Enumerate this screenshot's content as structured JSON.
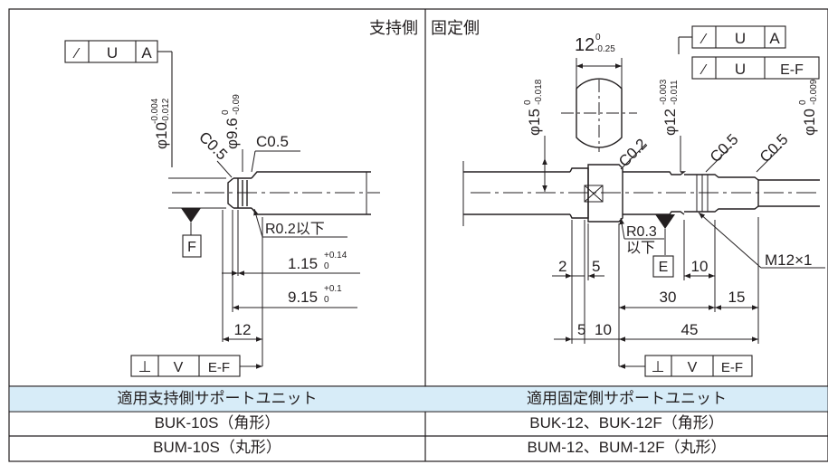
{
  "left": {
    "header": "支持側",
    "gd_frame": {
      "symbol": "⁄",
      "tol": "U",
      "datum": "A"
    },
    "dia_main": {
      "nominal": "φ10",
      "upper": "-0.004",
      "lower": "-0.012"
    },
    "dia_neck": {
      "nominal": "φ9.6",
      "upper": "0",
      "lower": "-0.09"
    },
    "chamfer_left": "C0.5",
    "chamfer_right": "C0.5",
    "radius_note": "R0.2以下",
    "datum_label": "F",
    "dim_1": {
      "nominal": "1.15",
      "upper": "+0.14",
      "lower": "0"
    },
    "dim_2": {
      "nominal": "9.15",
      "upper": "+0.1",
      "lower": "0"
    },
    "dim_3": "12",
    "perp_frame": {
      "symbol": "⊥",
      "tol": "V",
      "datum": "E-F"
    }
  },
  "right": {
    "header": "固定側",
    "width_flat": {
      "nominal": "12",
      "upper": "0",
      "lower": "-0.25"
    },
    "dia_large": {
      "nominal": "φ15",
      "upper": "0",
      "lower": "-0.018"
    },
    "dia_mid": {
      "nominal": "φ12",
      "upper": "-0.003",
      "lower": "-0.011"
    },
    "dia_small": {
      "nominal": "φ10",
      "upper": "0",
      "lower": "-0.009"
    },
    "gd_frame_1": {
      "symbol": "⁄",
      "tol": "U",
      "datum": "A"
    },
    "gd_frame_2": {
      "symbol": "⁄",
      "tol": "U",
      "datum": "E-F"
    },
    "chamfer_1": "C0.2",
    "chamfer_2": "C0.5",
    "chamfer_3": "C0.5",
    "radius_note_1": "R0.3",
    "radius_note_2": "以下",
    "thread": "M12×1",
    "datum_label": "E",
    "dim_2": "2",
    "dim_5a": "5",
    "dim_10a": "10",
    "dim_30": "30",
    "dim_15": "15",
    "dim_5b": "5",
    "dim_10b": "10",
    "dim_45": "45",
    "perp_frame": {
      "symbol": "⊥",
      "tol": "V",
      "datum": "E-F"
    }
  },
  "table": {
    "header_left": "適用支持側サポートユニット",
    "header_right": "適用固定側サポートユニット",
    "rows": [
      {
        "left": "BUK-10S（角形）",
        "right": "BUK-12、BUK-12F（角形）"
      },
      {
        "left": "BUM-10S（丸形）",
        "right": "BUM-12、BUM-12F（丸形）"
      }
    ]
  },
  "colors": {
    "header_bg": "#d7ecf8",
    "line": "#231f20"
  }
}
